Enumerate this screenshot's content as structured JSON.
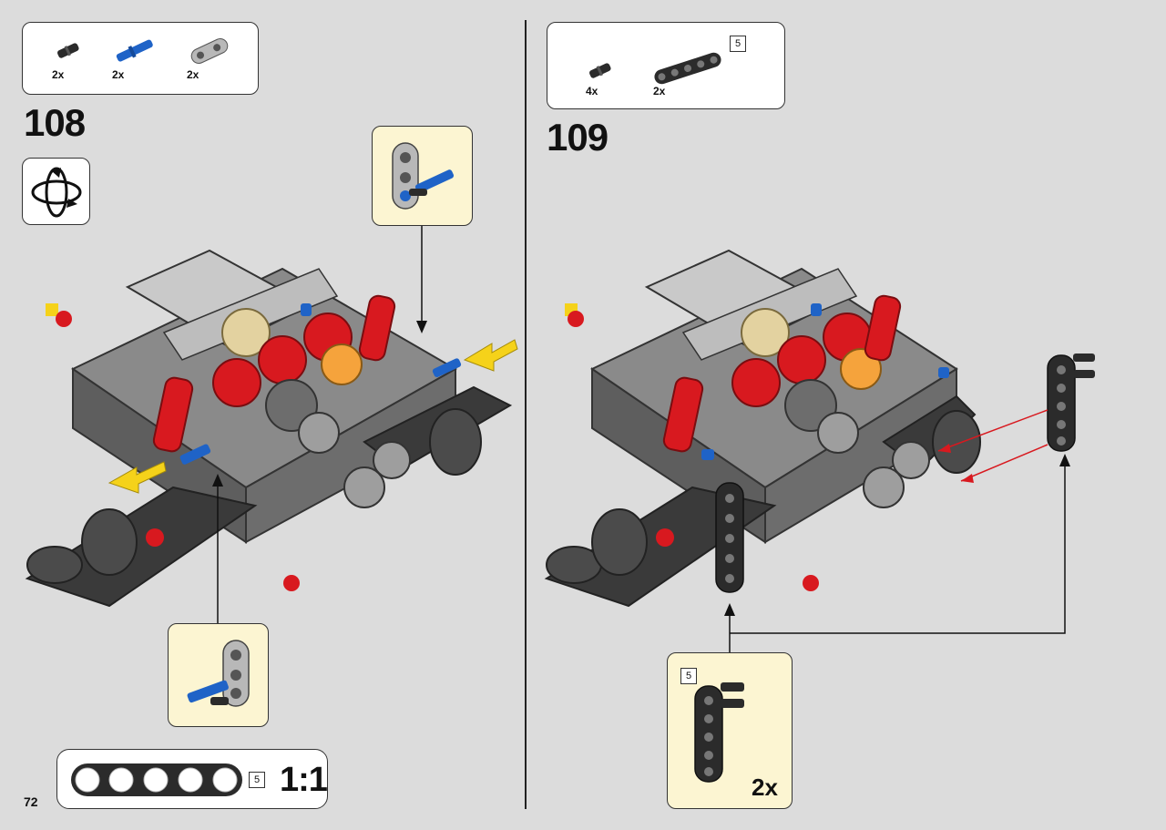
{
  "page_number": "72",
  "steps": [
    {
      "number": "108",
      "parts": [
        {
          "qty": "2x",
          "icon": "black-connector-pin-icon"
        },
        {
          "qty": "2x",
          "icon": "blue-axle-pin-icon"
        },
        {
          "qty": "2x",
          "icon": "gray-angle-connector-icon"
        }
      ],
      "rotate_icon": "rotate-model-icon"
    },
    {
      "number": "109",
      "parts": [
        {
          "qty": "4x",
          "icon": "black-connector-pin-icon"
        },
        {
          "qty": "2x",
          "icon": "black-beam-5-icon",
          "length": "5"
        }
      ],
      "callout": {
        "length": "5",
        "qty": "2x"
      }
    }
  ],
  "scale_ruler": {
    "length": "5",
    "label": "1:1"
  },
  "colors": {
    "background": "#dcdcdc",
    "callout": "#fcf5d2",
    "red": "#d8191f",
    "blue": "#1f63c7",
    "yellow": "#f5d21a",
    "orange": "#f5a33c",
    "tan": "#e3d2a0"
  }
}
